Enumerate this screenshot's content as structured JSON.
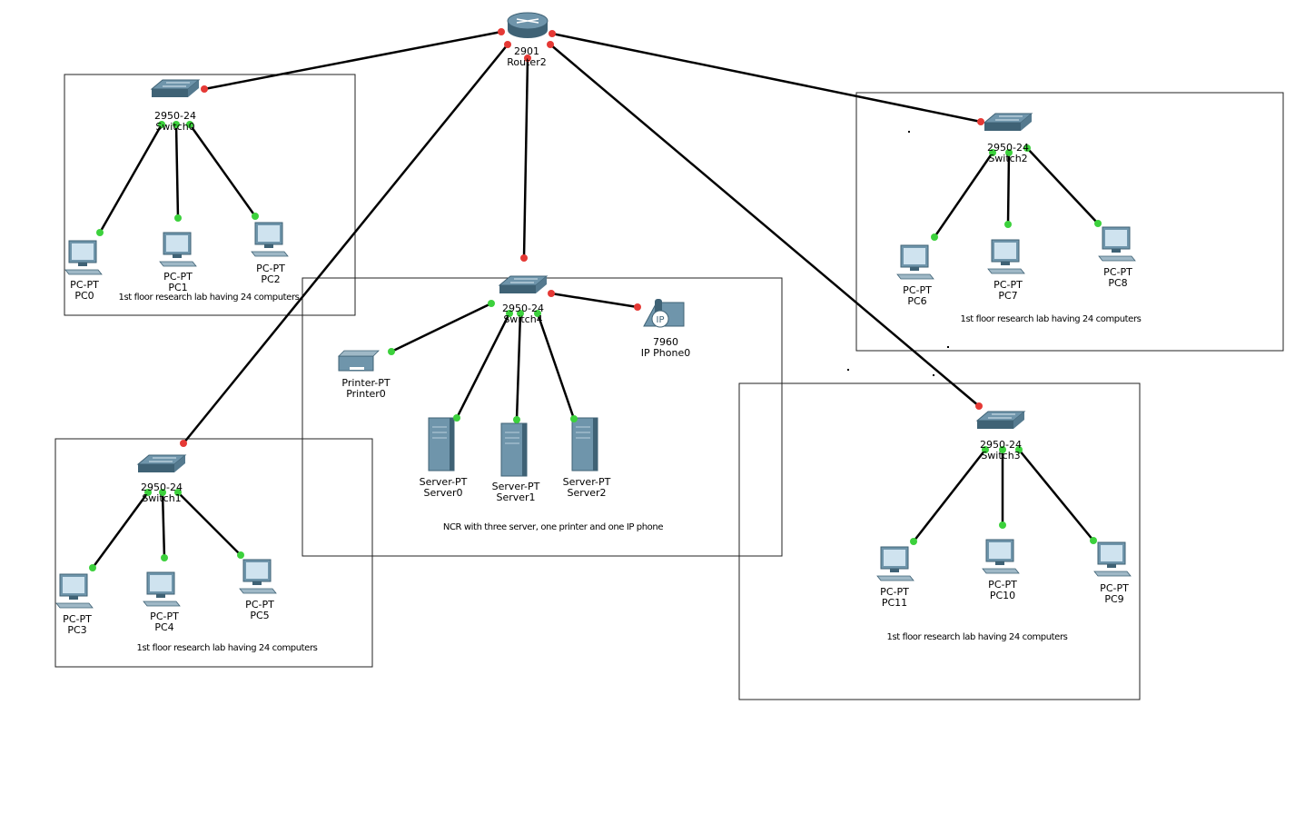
{
  "colors": {
    "link": "#000000",
    "port_down": "#e53935",
    "port_up": "#3cd13c",
    "device_body": "#6f95ab",
    "device_dark": "#3f6275",
    "screen": "#cfe3ef"
  },
  "devices": {
    "router2": {
      "icon": "router-icon",
      "model": "2901",
      "name": "Router2"
    },
    "switch0": {
      "icon": "switch-icon",
      "model": "2950-24",
      "name": "Switch0"
    },
    "switch1": {
      "icon": "switch-icon",
      "model": "2950-24",
      "name": "Switch1"
    },
    "switch2": {
      "icon": "switch-icon",
      "model": "2950-24",
      "name": "Switch2"
    },
    "switch3": {
      "icon": "switch-icon",
      "model": "2950-24",
      "name": "Switch3"
    },
    "switch4": {
      "icon": "switch-icon",
      "model": "2950-24",
      "name": "Switch4"
    },
    "pc0": {
      "icon": "pc-icon",
      "model": "PC-PT",
      "name": "PC0"
    },
    "pc1": {
      "icon": "pc-icon",
      "model": "PC-PT",
      "name": "PC1"
    },
    "pc2": {
      "icon": "pc-icon",
      "model": "PC-PT",
      "name": "PC2"
    },
    "pc3": {
      "icon": "pc-icon",
      "model": "PC-PT",
      "name": "PC3"
    },
    "pc4": {
      "icon": "pc-icon",
      "model": "PC-PT",
      "name": "PC4"
    },
    "pc5": {
      "icon": "pc-icon",
      "model": "PC-PT",
      "name": "PC5"
    },
    "pc6": {
      "icon": "pc-icon",
      "model": "PC-PT",
      "name": "PC6"
    },
    "pc7": {
      "icon": "pc-icon",
      "model": "PC-PT",
      "name": "PC7"
    },
    "pc8": {
      "icon": "pc-icon",
      "model": "PC-PT",
      "name": "PC8"
    },
    "pc9": {
      "icon": "pc-icon",
      "model": "PC-PT",
      "name": "PC9"
    },
    "pc10": {
      "icon": "pc-icon",
      "model": "PC-PT",
      "name": "PC10"
    },
    "pc11": {
      "icon": "pc-icon",
      "model": "PC-PT",
      "name": "PC11"
    },
    "printer0": {
      "icon": "printer-icon",
      "model": "Printer-PT",
      "name": "Printer0"
    },
    "server0": {
      "icon": "server-icon",
      "model": "Server-PT",
      "name": "Server0"
    },
    "server1": {
      "icon": "server-icon",
      "model": "Server-PT",
      "name": "Server1"
    },
    "server2": {
      "icon": "server-icon",
      "model": "Server-PT",
      "name": "Server2"
    },
    "phone0": {
      "icon": "ip-phone-icon",
      "model": "7960",
      "name": "IP Phone0"
    }
  },
  "links": [
    {
      "from": "router2",
      "to": "switch0",
      "from_state": "down",
      "to_state": "down"
    },
    {
      "from": "router2",
      "to": "switch1",
      "from_state": "down",
      "to_state": "down"
    },
    {
      "from": "router2",
      "to": "switch4",
      "from_state": "down",
      "to_state": "down"
    },
    {
      "from": "router2",
      "to": "switch2",
      "from_state": "down",
      "to_state": "down"
    },
    {
      "from": "router2",
      "to": "switch3",
      "from_state": "down",
      "to_state": "down"
    },
    {
      "from": "switch0",
      "to": "pc0",
      "from_state": "up",
      "to_state": "up"
    },
    {
      "from": "switch0",
      "to": "pc1",
      "from_state": "up",
      "to_state": "up"
    },
    {
      "from": "switch0",
      "to": "pc2",
      "from_state": "up",
      "to_state": "up"
    },
    {
      "from": "switch1",
      "to": "pc3",
      "from_state": "up",
      "to_state": "up"
    },
    {
      "from": "switch1",
      "to": "pc4",
      "from_state": "up",
      "to_state": "up"
    },
    {
      "from": "switch1",
      "to": "pc5",
      "from_state": "up",
      "to_state": "up"
    },
    {
      "from": "switch2",
      "to": "pc6",
      "from_state": "up",
      "to_state": "up"
    },
    {
      "from": "switch2",
      "to": "pc7",
      "from_state": "up",
      "to_state": "up"
    },
    {
      "from": "switch2",
      "to": "pc8",
      "from_state": "up",
      "to_state": "up"
    },
    {
      "from": "switch3",
      "to": "pc11",
      "from_state": "up",
      "to_state": "up"
    },
    {
      "from": "switch3",
      "to": "pc10",
      "from_state": "up",
      "to_state": "up"
    },
    {
      "from": "switch3",
      "to": "pc9",
      "from_state": "up",
      "to_state": "up"
    },
    {
      "from": "switch4",
      "to": "printer0",
      "from_state": "up",
      "to_state": "up"
    },
    {
      "from": "switch4",
      "to": "server0",
      "from_state": "up",
      "to_state": "up"
    },
    {
      "from": "switch4",
      "to": "server1",
      "from_state": "up",
      "to_state": "up"
    },
    {
      "from": "switch4",
      "to": "server2",
      "from_state": "up",
      "to_state": "up"
    },
    {
      "from": "switch4",
      "to": "phone0",
      "from_state": "down",
      "to_state": "down"
    }
  ],
  "areas": {
    "lab_top_left": {
      "caption": "1st floor research lab having 24 computers"
    },
    "lab_bottom_left": {
      "caption": "1st floor research lab having 24 computers"
    },
    "lab_top_right": {
      "caption": "1st floor research lab having 24 computers"
    },
    "lab_bottom_right": {
      "caption": "1st floor research lab having 24 computers"
    },
    "ncr": {
      "caption": "NCR with three server, one printer and one IP phone"
    }
  }
}
